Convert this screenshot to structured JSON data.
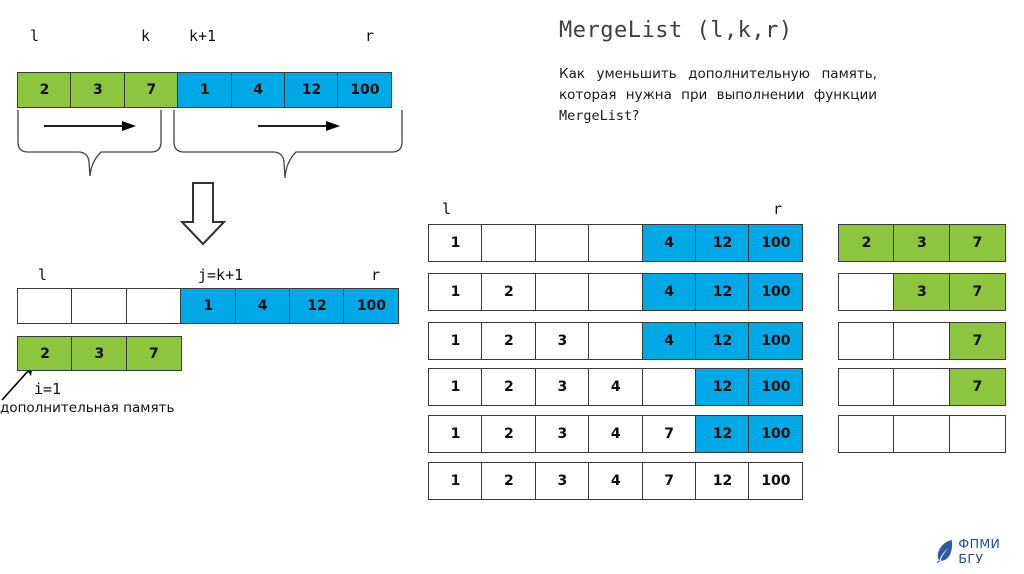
{
  "header": {
    "title": "MergeList (l,k,r)",
    "question_part1": "Как уменьшить дополнительную память, которая нужна при выполнении функции ",
    "question_mono": "MergeList",
    "question_part2": "?"
  },
  "top_array": {
    "labels": {
      "l": "l",
      "k": "k",
      "kplus1": "k+1",
      "r": "r"
    },
    "cells": [
      {
        "value": "2",
        "fill": "green"
      },
      {
        "value": "3",
        "fill": "green"
      },
      {
        "value": "7",
        "fill": "green"
      },
      {
        "value": "1",
        "fill": "blue"
      },
      {
        "value": "4",
        "fill": "blue"
      },
      {
        "value": "12",
        "fill": "blue"
      },
      {
        "value": "100",
        "fill": "blue"
      }
    ]
  },
  "middle_array": {
    "labels": {
      "l": "l",
      "j": "j=k+1",
      "r": "r",
      "i": "i=1",
      "extra_memory": "дополнительная память"
    },
    "main_cells": [
      {
        "value": "",
        "fill": "empty"
      },
      {
        "value": "",
        "fill": "empty"
      },
      {
        "value": "",
        "fill": "empty"
      },
      {
        "value": "1",
        "fill": "blue"
      },
      {
        "value": "4",
        "fill": "blue"
      },
      {
        "value": "12",
        "fill": "blue"
      },
      {
        "value": "100",
        "fill": "blue"
      }
    ],
    "buffer_cells": [
      {
        "value": "2",
        "fill": "green"
      },
      {
        "value": "3",
        "fill": "green"
      },
      {
        "value": "7",
        "fill": "green"
      }
    ]
  },
  "steps": {
    "labels": {
      "l": "l",
      "r": "r"
    },
    "rows": [
      {
        "main": [
          {
            "value": "1",
            "fill": "empty"
          },
          {
            "value": "",
            "fill": "empty"
          },
          {
            "value": "",
            "fill": "empty"
          },
          {
            "value": "",
            "fill": "empty"
          },
          {
            "value": "4",
            "fill": "blue"
          },
          {
            "value": "12",
            "fill": "blue"
          },
          {
            "value": "100",
            "fill": "blue"
          }
        ],
        "buffer": [
          {
            "value": "2",
            "fill": "green"
          },
          {
            "value": "3",
            "fill": "green"
          },
          {
            "value": "7",
            "fill": "green"
          }
        ]
      },
      {
        "main": [
          {
            "value": "1",
            "fill": "empty"
          },
          {
            "value": "2",
            "fill": "empty"
          },
          {
            "value": "",
            "fill": "empty"
          },
          {
            "value": "",
            "fill": "empty"
          },
          {
            "value": "4",
            "fill": "blue"
          },
          {
            "value": "12",
            "fill": "blue"
          },
          {
            "value": "100",
            "fill": "blue"
          }
        ],
        "buffer": [
          {
            "value": "",
            "fill": "empty"
          },
          {
            "value": "3",
            "fill": "green"
          },
          {
            "value": "7",
            "fill": "green"
          }
        ]
      },
      {
        "main": [
          {
            "value": "1",
            "fill": "empty"
          },
          {
            "value": "2",
            "fill": "empty"
          },
          {
            "value": "3",
            "fill": "empty"
          },
          {
            "value": "",
            "fill": "empty"
          },
          {
            "value": "4",
            "fill": "blue"
          },
          {
            "value": "12",
            "fill": "blue"
          },
          {
            "value": "100",
            "fill": "blue"
          }
        ],
        "buffer": [
          {
            "value": "",
            "fill": "empty"
          },
          {
            "value": "",
            "fill": "empty"
          },
          {
            "value": "7",
            "fill": "green"
          }
        ]
      },
      {
        "main": [
          {
            "value": "1",
            "fill": "empty"
          },
          {
            "value": "2",
            "fill": "empty"
          },
          {
            "value": "3",
            "fill": "empty"
          },
          {
            "value": "4",
            "fill": "empty"
          },
          {
            "value": "",
            "fill": "empty"
          },
          {
            "value": "12",
            "fill": "blue"
          },
          {
            "value": "100",
            "fill": "blue"
          }
        ],
        "buffer": [
          {
            "value": "",
            "fill": "empty"
          },
          {
            "value": "",
            "fill": "empty"
          },
          {
            "value": "7",
            "fill": "green"
          }
        ]
      },
      {
        "main": [
          {
            "value": "1",
            "fill": "empty"
          },
          {
            "value": "2",
            "fill": "empty"
          },
          {
            "value": "3",
            "fill": "empty"
          },
          {
            "value": "4",
            "fill": "empty"
          },
          {
            "value": "7",
            "fill": "empty"
          },
          {
            "value": "12",
            "fill": "blue"
          },
          {
            "value": "100",
            "fill": "blue"
          }
        ],
        "buffer": [
          {
            "value": "",
            "fill": "empty"
          },
          {
            "value": "",
            "fill": "empty"
          },
          {
            "value": "",
            "fill": "empty"
          }
        ]
      },
      {
        "main": [
          {
            "value": "1",
            "fill": "empty"
          },
          {
            "value": "2",
            "fill": "empty"
          },
          {
            "value": "3",
            "fill": "empty"
          },
          {
            "value": "4",
            "fill": "empty"
          },
          {
            "value": "7",
            "fill": "empty"
          },
          {
            "value": "12",
            "fill": "empty"
          },
          {
            "value": "100",
            "fill": "empty"
          }
        ],
        "buffer": null
      }
    ]
  },
  "logo": {
    "text": "ФПМИ БГУ",
    "color": "#1f4e87"
  },
  "colors": {
    "green": "#8CC63F",
    "blue": "#00A8E6",
    "border": "#3a3a3a",
    "title": "#3f3f3f"
  }
}
